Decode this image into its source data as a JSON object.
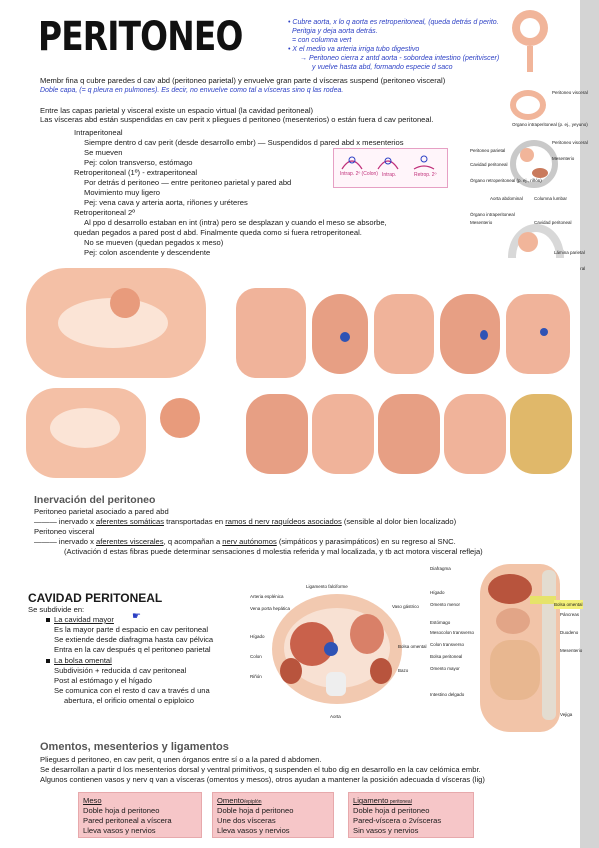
{
  "title": "PERITONEO",
  "side_notes": {
    "line1": "• Cubre aorta, x lo q aorta es retroperitoneal, (queda detrás d perito.",
    "line2": "Peritgia y deja aorta detrás.",
    "line3": "= con columna vert",
    "line4": "• X el medio va arteria irriga tubo digestivo",
    "line5": "→ Peritoneo cierra z antd aorta - sobordea intestino (peritviscer)",
    "line6": "y vuelve hasta abd, formando especie d saco"
  },
  "intro": {
    "line1": "Membr fina q cubre paredes d cav abd (peritoneo parietal) y envuelve gran parte d vísceras suspend (peritoneo visceral)",
    "line2": "Doble capa, (= q pleura en pulmones). Es decir, no envuelve como tal a vísceras sino q las rodea."
  },
  "section1": {
    "line1": "Entre las capas parietal y visceral existe un espacio virtual (la cavidad peritoneal)",
    "line2": "Las vísceras abd están suspendidas en cav perit x pliegues d peritoneo (mesenterios) o están fuera d cav peritoneal.",
    "intra_title": "Intraperitoneal",
    "intra_1": "Siempre dentro d cav perit (desde desarrollo embr) — Suspendidos d pared abd x mesenterios",
    "intra_2": "Se mueven",
    "intra_3": "Pej: colon transverso, estómago",
    "retro1_title": "Retroperitoneal (1º) - extraperitoneal",
    "retro1_1": "Por detrás d peritoneo — entre peritoneo parietal y pared abd",
    "retro1_2": "Movimiento muy ligero",
    "retro1_3": "Pej: vena cava y arteria aorta, riñones y uréteres",
    "retro2_title": "Retroperitoneal 2º",
    "retro2_1": "Al ppo d desarrollo estaban en int (intra) pero se desplazan y cuando el meso se absorbe,",
    "retro2_2": "quedan pegados a pared post d abd. Finalmente queda como si fuera retroperitoneal.",
    "retro2_3": "No se mueven (quedan pegados x meso)",
    "retro2_4": "Pej: colon ascendente y descendente"
  },
  "sketch_labels": {
    "a": "Intrap. 2º (Colon)",
    "b": "Intrap.",
    "c": "Retrop. 2º"
  },
  "fig_right_labels": [
    "Peritoneo visceral",
    "Organo intraperitoneal (p. ej., yeyuno)",
    "Peritoneo visceral",
    "Peritoneo parietal",
    "Mesenterio",
    "Cavidad peritoneal",
    "Órgano retroperitoneal (p. ej., riñón)",
    "Aorta abdominal",
    "Columna lumbar",
    "Órgano intraperitoneal",
    "Mesenterio",
    "Cavidad peritoneal",
    "Lámina parietal",
    "Lámina visceral"
  ],
  "inervacion": {
    "heading": "Inervación del peritoneo",
    "parietal_title": "Peritoneo parietal asociado a pared abd",
    "parietal_pre": "——— inervado x ",
    "parietal_u1": "aferentes somáticas",
    "parietal_mid": " transportadas en ",
    "parietal_u2": "ramos d nerv raquídeos asociados",
    "parietal_post": " (sensible al dolor bien localizado)",
    "visceral_title": "Peritoneo visceral",
    "visceral_pre": "——— inervado x ",
    "visceral_u1": "aferentes viscerales",
    "visceral_mid": ", q acompañan a ",
    "visceral_u2": "nerv autónomos",
    "visceral_post": " (simpáticos y parasimpáticos) en su regreso al SNC.",
    "visceral_2": "(Activación d estas fibras puede determinar sensaciones d molestia referida y mal localizada, y tb act motora visceral refleja)"
  },
  "cavidad": {
    "heading": "CAVIDAD PERITONEAL",
    "sub": "Se subdivide en:",
    "mayor": "La cavidad mayor",
    "mayor_1": "Es la mayor parte d espacio en cav peritoneal",
    "mayor_2": "Se extiende desde diafragma hasta cav pélvica",
    "mayor_3": "Entra en la cav después q el peritoneo parietal",
    "menor": "La bolsa omental",
    "menor_1": "Subdivisión + reducida d cav peritoneal",
    "menor_2": "Post al estómago y el hígado",
    "menor_3": "Se comunica con el resto d cav a través d una",
    "menor_4": "abertura, el orificio omental o epiploico"
  },
  "cross_labels": [
    "Ligamento falciforme",
    "Arteria esplénica",
    "Vena porta hepática",
    "Vaso gástrico",
    "Hígado",
    "Bolsa omental",
    "Riñón",
    "Bazo",
    "Colon",
    "Aorta"
  ],
  "sag_labels": [
    "Diafragma",
    "Hígado",
    "Omento menor",
    "Estómago",
    "Mesocolon transverso",
    "Colon transverso",
    "Bolsa peritoneal",
    "Omento mayor",
    "Intestino delgado",
    "Bolsa omental",
    "Páncreas",
    "Duodeno",
    "Mesenterio",
    "Vejiga"
  ],
  "omentos": {
    "heading": "Omentos, mesenterios y ligamentos",
    "line1": "Pliegues d peritoneo, en cav perit, q unen órganos entre sí o a la pared d abdomen.",
    "line2": "Se desarrollan a partir d los mesenterios dorsal y ventral primitivos, q suspenden el tubo dig en desarrollo en la cav celómica embr.",
    "line3": "Algunos contienen vasos y nerv q van a vísceras (omentos y mesos), otros ayudan a mantener la posición adecuada d vísceras (lig)"
  },
  "boxes": [
    {
      "title": "Meso",
      "title_small": "",
      "l1": "Doble hoja d peritoneo",
      "l2": "Pared peritoneal a víscera",
      "l3": "Lleva vasos y nervios"
    },
    {
      "title": "Omento",
      "title_small": "/epiplón",
      "l1": "Doble hoja d peritoneo",
      "l2": "Une dos vísceras",
      "l3": "Lleva vasos y nervios"
    },
    {
      "title": "Ligamento",
      "title_small": " peritoneal",
      "l1": "Doble hoja d peritoneo",
      "l2": "Pared-víscera o 2vísceras",
      "l3": "Sin vasos y nervios"
    }
  ],
  "colors": {
    "blue_note": "#2b3fc4",
    "flesh": "#f1b59a",
    "box": "#f6c6c8",
    "sidebar": "#d4d4d4"
  }
}
